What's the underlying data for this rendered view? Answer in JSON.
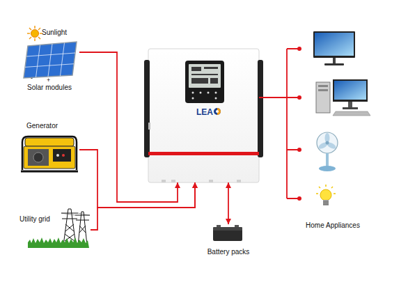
{
  "diagram": {
    "nodes": [
      {
        "text": [
          "Solar modules"
        ]
      },
      {
        "text": [
          "Generator"
        ]
      },
      {
        "text": [
          "Utility grid"
        ]
      },
      {
        "text": [
          "LEA"
        ]
      },
      {
        "text": [
          "Battery packs"
        ]
      },
      {
        "text": [
          "Home Appliances"
        ]
      }
    ],
    "edges": [
      {
        "from": 0,
        "to": 3,
        "arrow": "to"
      },
      {
        "from": 1,
        "to": 3,
        "arrow": "to"
      },
      {
        "from": 2,
        "to": 3,
        "arrow": "to"
      },
      {
        "from": 3,
        "to": 4,
        "arrow": "both"
      },
      {
        "from": 3,
        "to": 5,
        "arrow": "none"
      }
    ],
    "labels": [
      "Sunlight",
      "-",
      "+"
    ]
  }
}
